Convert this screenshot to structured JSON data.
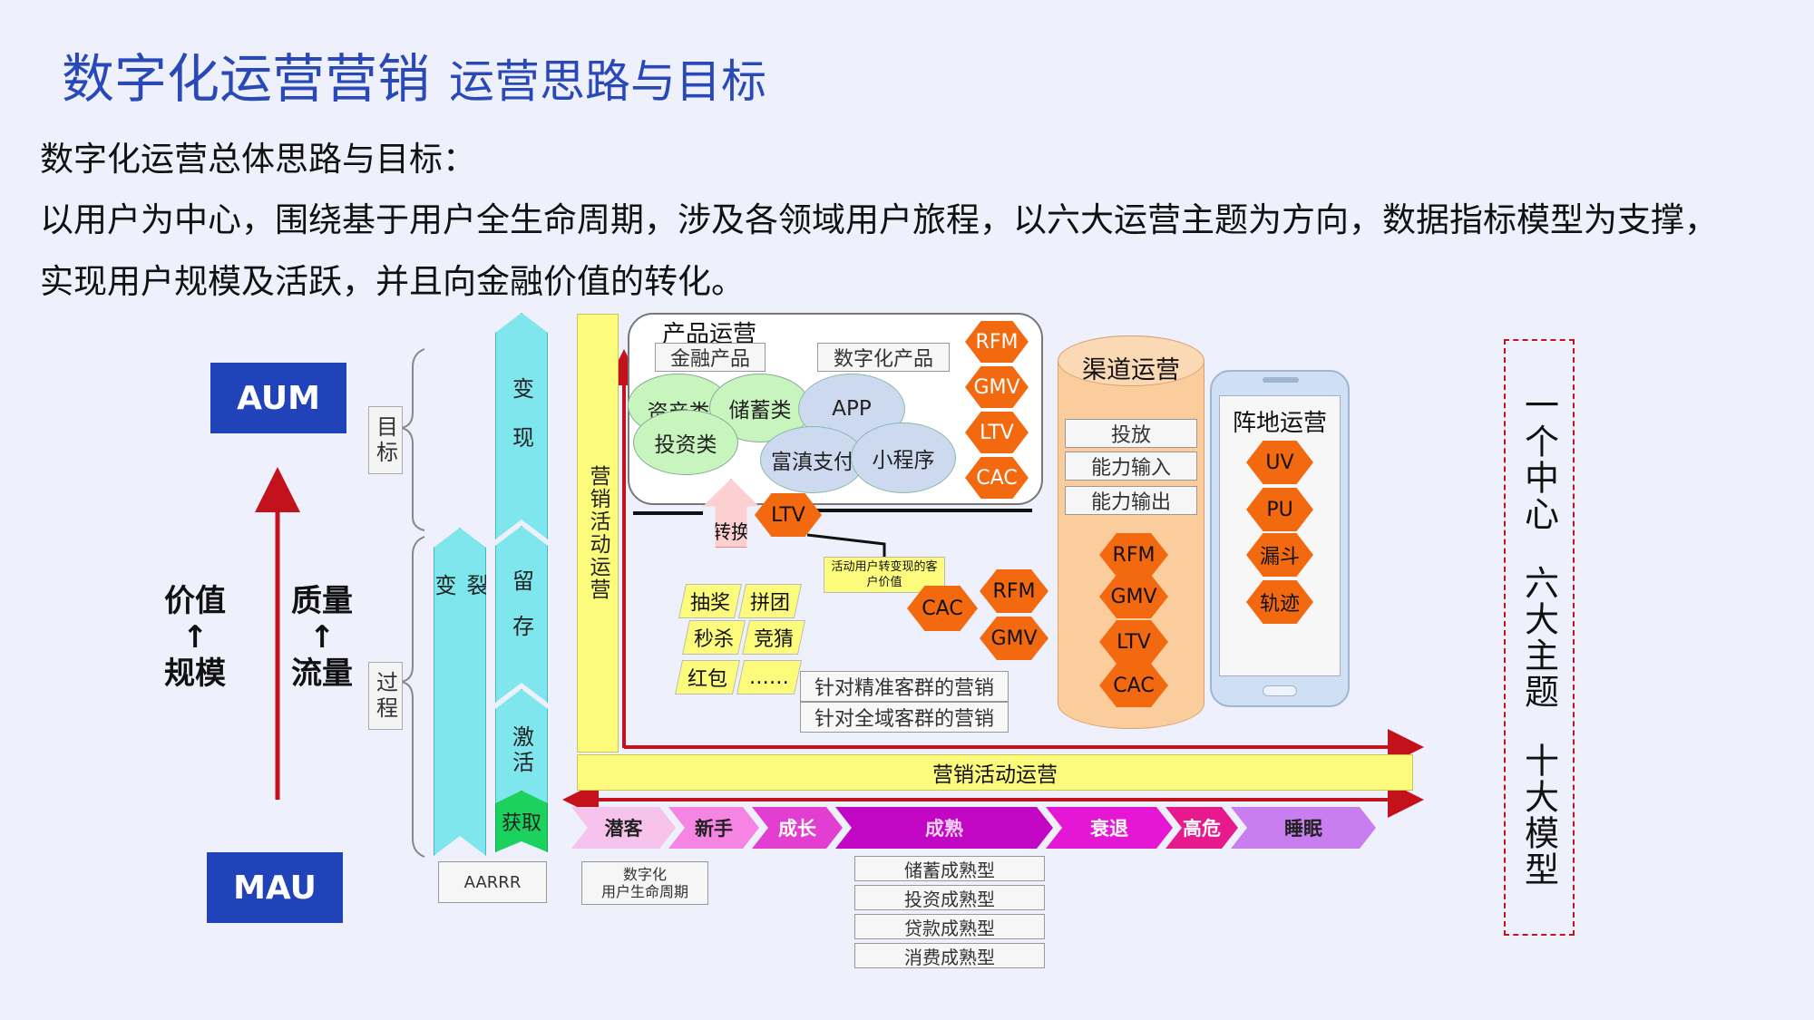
{
  "title": {
    "main": "数字化运营营销",
    "sub": "运营思路与目标"
  },
  "intro": {
    "heading": "数字化运营总体思路与目标：",
    "line1": "以用户为中心，围绕基于用户全生命周期，涉及各领域用户旅程，以六大运营主题为方向，数据指标模型为支撑，",
    "line2": "实现用户规模及活跃，并且向金融价值的转化。"
  },
  "left": {
    "aum": "AUM",
    "mau": "MAU",
    "value_scale": [
      "价值",
      "↑",
      "规模"
    ],
    "quality_flow": [
      "质量",
      "↑",
      "流量"
    ],
    "goal_label": "目标",
    "process_label": "过程"
  },
  "aarrr": {
    "fission": "裂变",
    "monetize": "变现",
    "retain": "留存",
    "activate": "激活",
    "acquire": "获取",
    "caption": "AARRR"
  },
  "campaign": {
    "vertical": "营销活动运营",
    "horizontal": "营销活动运营",
    "lifecycle_caption": [
      "数字化",
      "用户生命周期"
    ]
  },
  "product": {
    "title": "产品运营",
    "financial": "金融产品",
    "digital": "数字化产品",
    "assets": "资产类",
    "savings": "储蓄类",
    "invest": "投资类",
    "app": "APP",
    "pay": "富滇支付",
    "miniapp": "小程序",
    "metrics": [
      "RFM",
      "GMV",
      "LTV",
      "CAC"
    ]
  },
  "convert": {
    "arrow": "转换",
    "ltv": "LTV",
    "note": "活动用户转变现的客户价值",
    "cac": "CAC",
    "rfm": "RFM",
    "gmv": "GMV"
  },
  "activities": {
    "tags": [
      "抽奖",
      "拼团",
      "秒杀",
      "竞猜",
      "红包",
      "……"
    ],
    "precise": "针对精准客群的营销",
    "global": "针对全域客群的营销"
  },
  "channel": {
    "title": "渠道运营",
    "items": [
      "投放",
      "能力输入",
      "能力输出"
    ],
    "metrics": [
      "RFM",
      "GMV",
      "LTV",
      "CAC"
    ]
  },
  "position": {
    "title": "阵地运营",
    "metrics": [
      "UV",
      "PU",
      "漏斗",
      "轨迹"
    ]
  },
  "stages": {
    "labels": [
      "潜客",
      "新手",
      "成长",
      "成熟",
      "衰退",
      "高危",
      "睡眠"
    ],
    "colors": [
      "#f7c3ec",
      "#f584e2",
      "#e23fd2",
      "#c207c4",
      "#e616d5",
      "#e61a8c",
      "#c97ef0"
    ]
  },
  "maturity": [
    "储蓄成熟型",
    "投资成熟型",
    "贷款成熟型",
    "消费成熟型"
  ],
  "right_banner": [
    "一个中心",
    "六大主题",
    "十大模型"
  ],
  "colors": {
    "title": "#2a49b8",
    "navy": "#2143b9",
    "red": "#c4121c",
    "orange": "#f36910",
    "cyan": "#7ee6ec",
    "yellow": "#fdfb7c"
  }
}
